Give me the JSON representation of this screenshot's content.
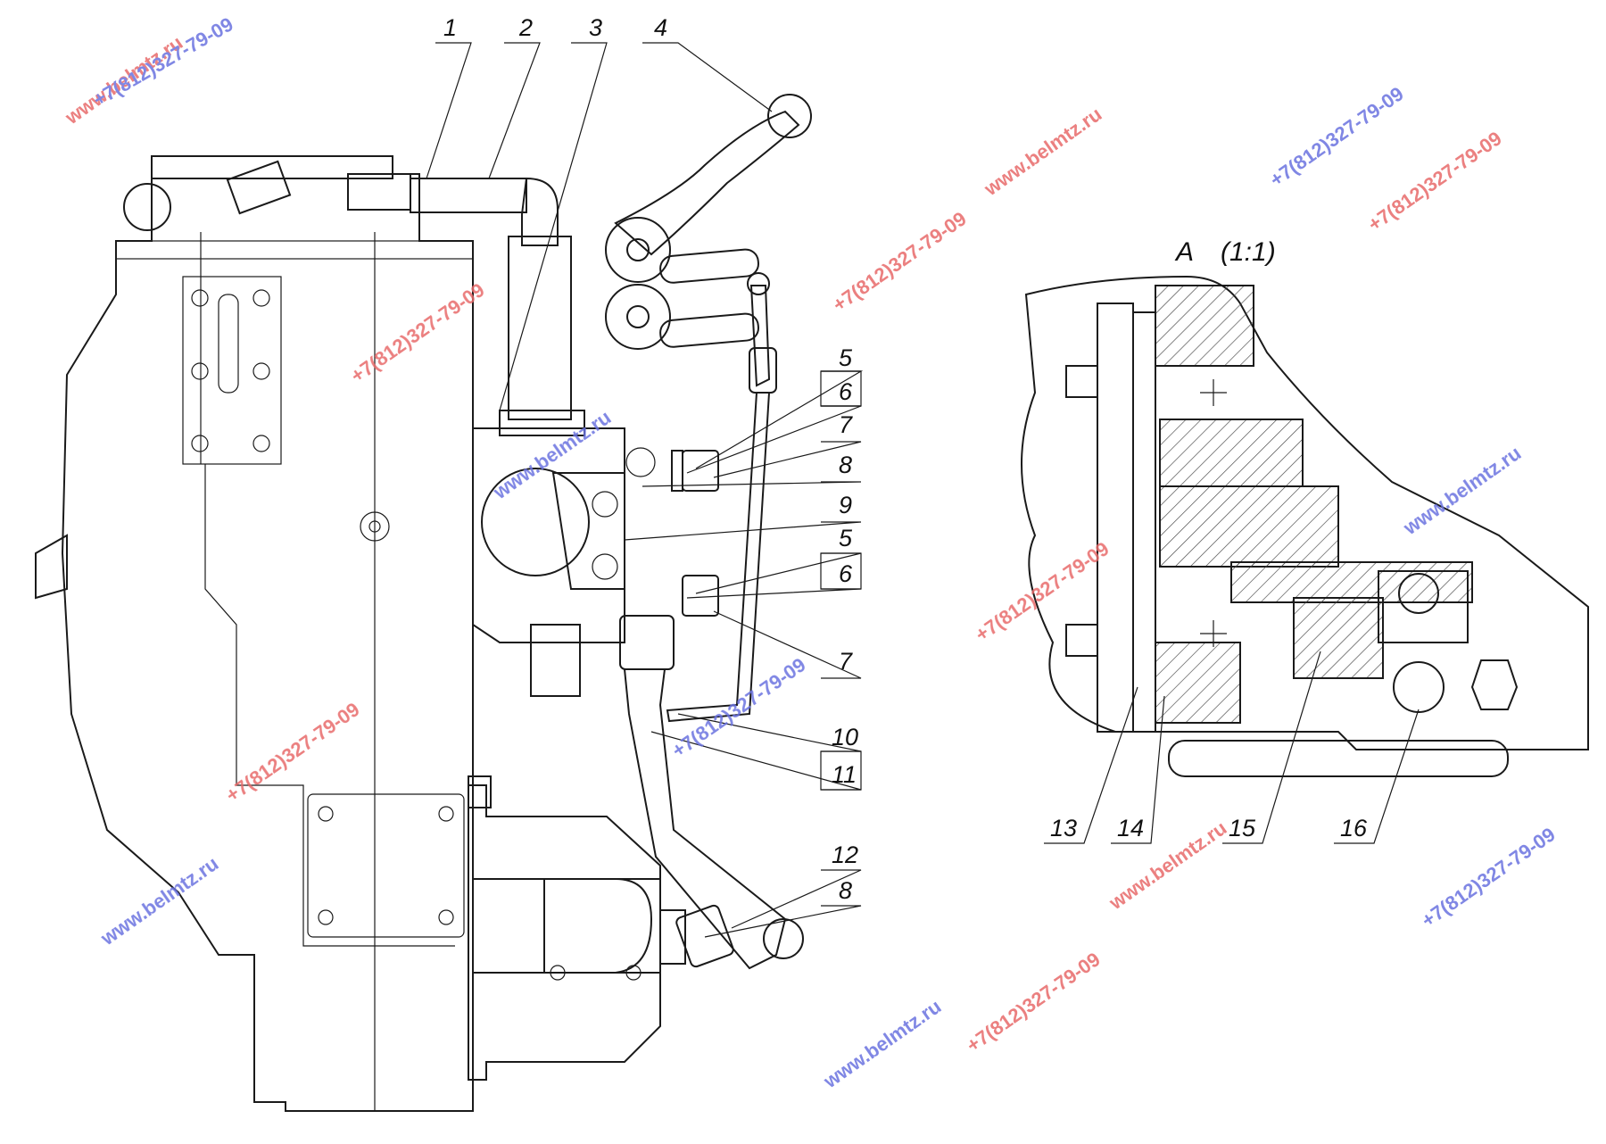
{
  "colors": {
    "housing": "#d8f2c0",
    "shaft_lever": "#f08c8c",
    "yellow_rod": "#f2e24a",
    "pink_fitting": "#f2a8e8",
    "blue_hose": "#3fd6dc",
    "orange_pump": "#f26a1c",
    "lime_pipe": "#e2f062",
    "grey_valve": "#d6d2d2",
    "blue_washer": "#4a74d8",
    "watermark_red": "#e86a6a",
    "watermark_blue": "#6a72e0"
  },
  "detail_view": {
    "title": "A",
    "scale": "(1:1)"
  },
  "callouts": [
    {
      "id": "c1",
      "label": "1"
    },
    {
      "id": "c2",
      "label": "2"
    },
    {
      "id": "c3",
      "label": "3"
    },
    {
      "id": "c4",
      "label": "4"
    },
    {
      "id": "c5a",
      "label": "5"
    },
    {
      "id": "c6a",
      "label": "6"
    },
    {
      "id": "c7a",
      "label": "7"
    },
    {
      "id": "c8a",
      "label": "8"
    },
    {
      "id": "c9",
      "label": "9"
    },
    {
      "id": "c5b",
      "label": "5"
    },
    {
      "id": "c6b",
      "label": "6"
    },
    {
      "id": "c7b",
      "label": "7"
    },
    {
      "id": "c10",
      "label": "10"
    },
    {
      "id": "c11",
      "label": "11"
    },
    {
      "id": "c12",
      "label": "12"
    },
    {
      "id": "c8b",
      "label": "8"
    },
    {
      "id": "c13",
      "label": "13"
    },
    {
      "id": "c14",
      "label": "14"
    },
    {
      "id": "c15",
      "label": "15"
    },
    {
      "id": "c16",
      "label": "16"
    }
  ],
  "watermarks": {
    "site": "www.belmtz.ru",
    "phone": "+7(812)327-79-09"
  }
}
